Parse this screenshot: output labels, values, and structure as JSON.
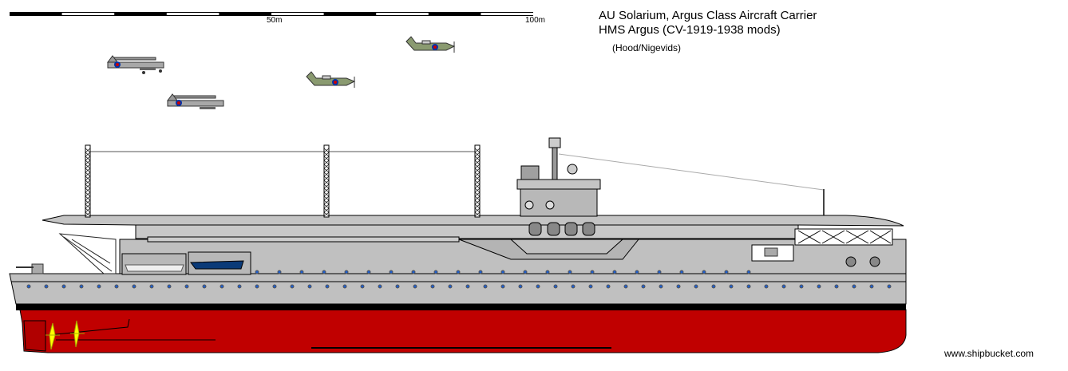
{
  "title": {
    "line1": "AU Solarium, Argus Class Aircraft Carrier",
    "line2": "HMS Argus (CV-1919-1938 mods)",
    "credit": "(Hood/Nigevids)"
  },
  "scale_bar": {
    "mid_label": "50m",
    "end_label": "100m"
  },
  "watermark": "www.shipbucket.com",
  "colors": {
    "hull_gray": "#c0c0c0",
    "antifouling_red": "#c00000",
    "boot_top": "#000000",
    "porthole_blue": "#1e5fd0",
    "propeller_yellow": "#ffff00",
    "boat_blue": "#0a3a78"
  }
}
